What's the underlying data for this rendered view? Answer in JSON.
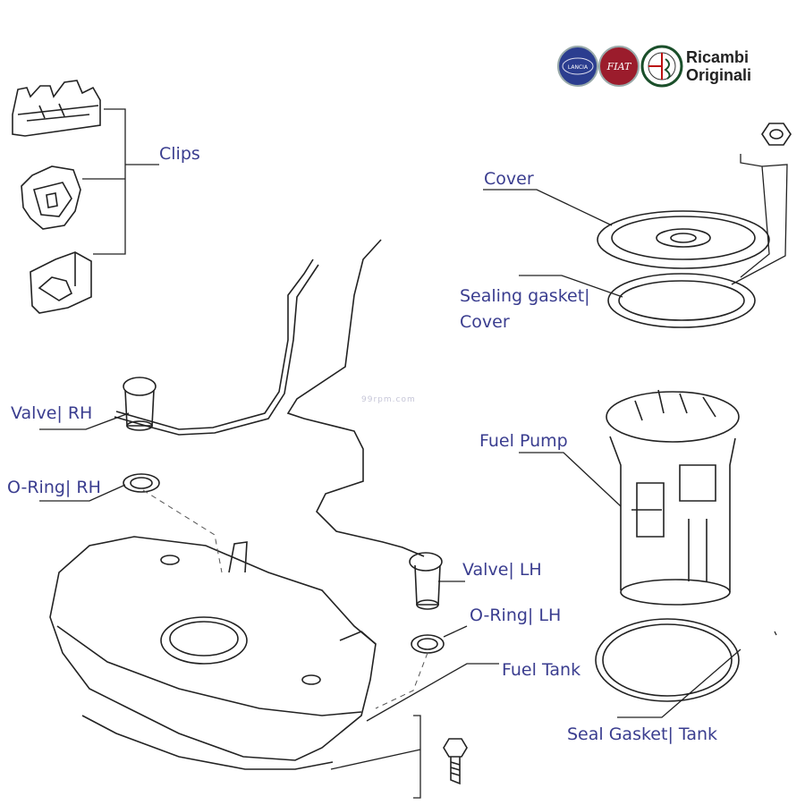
{
  "brand": {
    "line1": "Ricambi",
    "line2": "Originali",
    "badge_colors": [
      "#2b3d8f",
      "#9b1c2c",
      "#1a4f2a"
    ],
    "badge_lancia": "LANCIA",
    "badge_fiat": "FIAT"
  },
  "watermark": "99rpm.com",
  "labels": {
    "clips": "Clips",
    "cover": "Cover",
    "sealing_gasket_cover_1": "Sealing gasket|",
    "sealing_gasket_cover_2": "Cover",
    "valve_rh": "Valve| RH",
    "oring_rh": "O-Ring| RH",
    "fuel_pump": "Fuel Pump",
    "valve_lh": "Valve| LH",
    "oring_lh": "O-Ring| LH",
    "fuel_tank": "Fuel Tank",
    "seal_gasket_tank": "Seal Gasket| Tank"
  },
  "colors": {
    "label": "#3a3d8f",
    "line": "#222222"
  }
}
